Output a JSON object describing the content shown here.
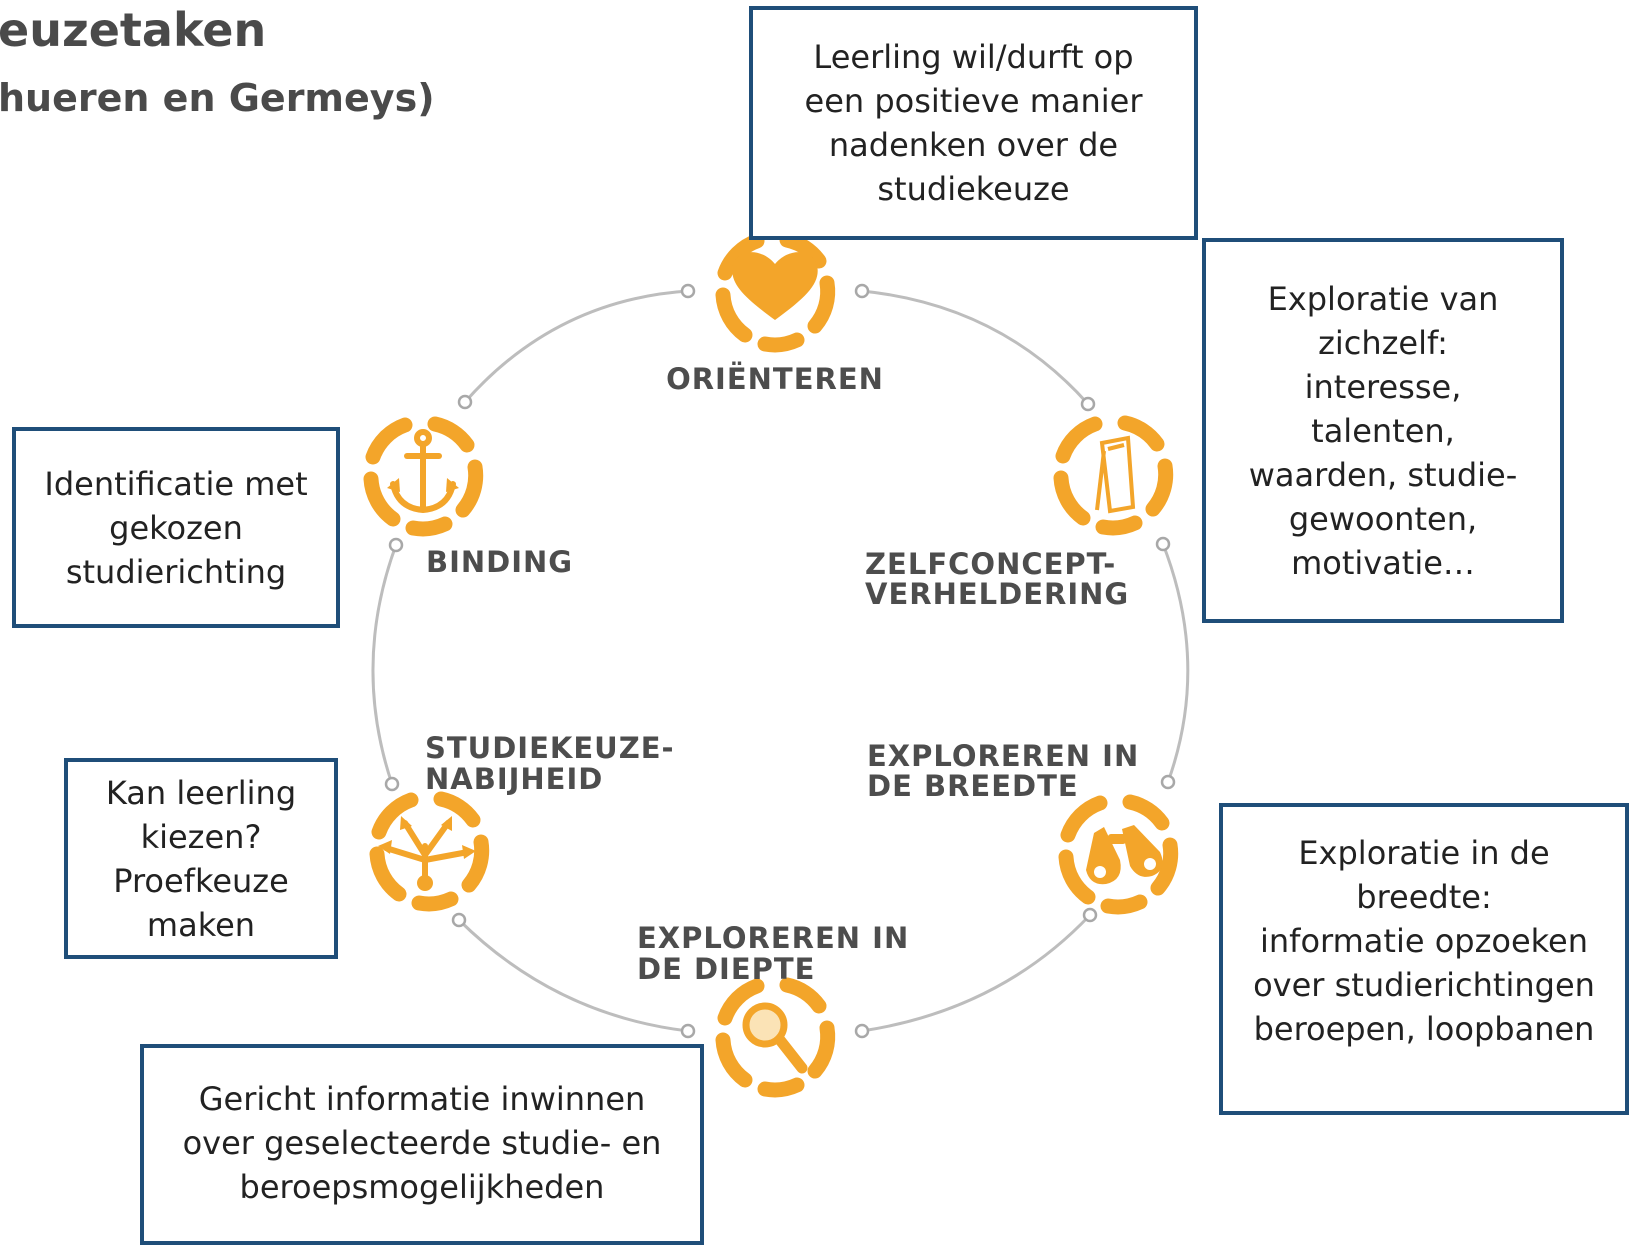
{
  "title": {
    "line1": "euzetaken",
    "line2": "hueren en Germeys)"
  },
  "colors": {
    "accent_orange": "#f3a52a",
    "box_border": "#1f4e79",
    "cycle_line": "#bdbdbd",
    "label_text": "#4d4d4d"
  },
  "stages": [
    {
      "id": "orienteren",
      "label_lines": [
        "ORIËNTEREN"
      ],
      "icon": "heart-icon"
    },
    {
      "id": "zelfconcept",
      "label_lines": [
        "ZELFCONCEPT-",
        "VERHELDERING"
      ],
      "icon": "mirror-icon"
    },
    {
      "id": "breedte",
      "label_lines": [
        "EXPLOREREN IN",
        "DE BREEDTE"
      ],
      "icon": "binoculars-icon"
    },
    {
      "id": "diepte",
      "label_lines": [
        "EXPLOREREN IN",
        "DE DIEPTE"
      ],
      "icon": "magnifier-icon"
    },
    {
      "id": "studiekeuzenabijheid",
      "label_lines": [
        "STUDIEKEUZE-",
        "NABIJHEID"
      ],
      "icon": "crossroads-arrows-icon"
    },
    {
      "id": "binding",
      "label_lines": [
        "BINDING"
      ],
      "icon": "anchor-icon"
    }
  ],
  "boxes": {
    "top": "Leerling wil/durft op\neen positieve manier\nnadenken over de\nstudiekeuze",
    "right1": "Exploratie van\nzichzelf:\ninteresse,\ntalenten,\nwaarden, studie-\ngewoonten,\nmotivatie…",
    "left1": "Identificatie met\ngekozen\nstudierichting",
    "left2": "Kan leerling\nkiezen?\nProefkeuze\nmaken",
    "right2": "Exploratie in de\nbreedte:\ninformatie opzoeken\nover studierichtingen\nberoepen, loopbanen",
    "bottom": "Gericht informatie inwinnen\nover geselecteerde studie- en\nberoepsmogelijkheden"
  }
}
